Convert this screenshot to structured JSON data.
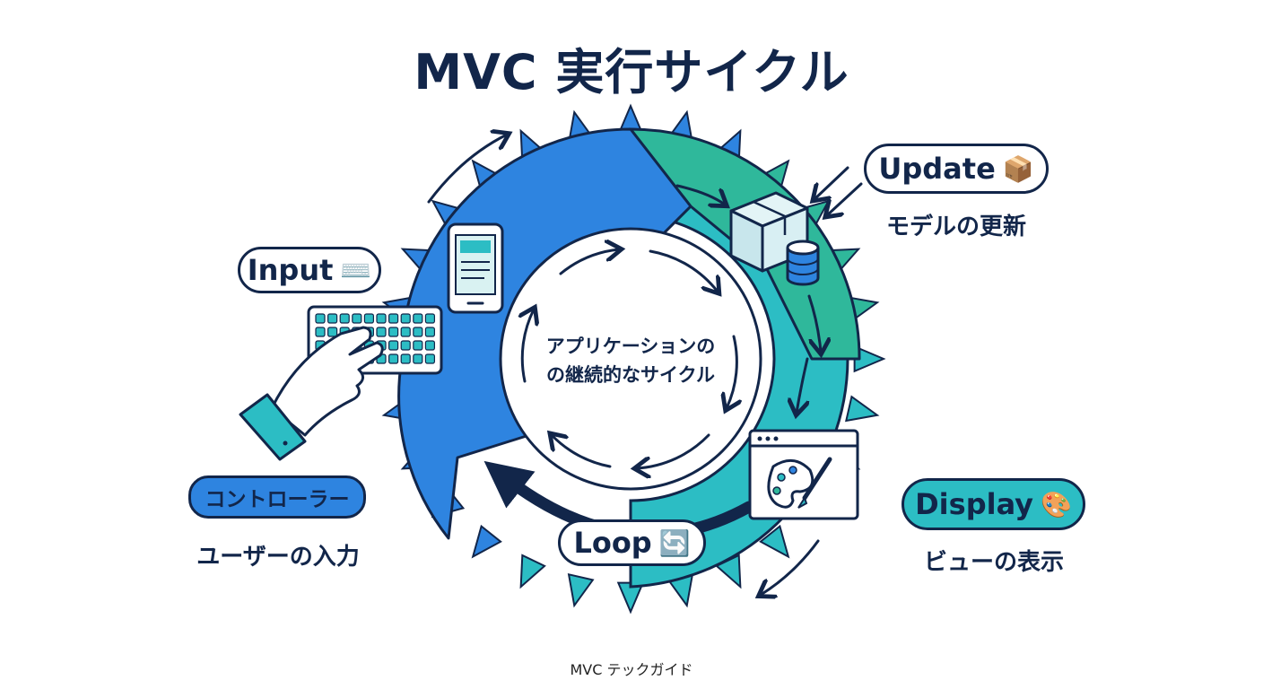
{
  "title": "MVC 実行サイクル",
  "center": {
    "line1": "アプリケーションの",
    "line2": "の継続的なサイクル"
  },
  "input": {
    "label": "Input",
    "icon": "keyboard-icon",
    "emoji": "⌨️"
  },
  "controller": {
    "label": "コントローラー",
    "caption": "ユーザーの入力"
  },
  "update": {
    "label": "Update",
    "icon": "package-icon",
    "emoji": "📦",
    "caption": "モデルの更新"
  },
  "display": {
    "label": "Display",
    "icon": "palette-icon",
    "emoji": "🎨",
    "caption": "ビューの表示"
  },
  "loop": {
    "label": "Loop",
    "icon": "repeat-icon",
    "emoji": "🔄"
  },
  "footer": "MVC テックガイド",
  "colors": {
    "navy": "#12264a",
    "controller_blue": "#2e84e0",
    "model_green": "#2fb89b",
    "view_teal": "#2cbdc4",
    "white": "#ffffff"
  }
}
